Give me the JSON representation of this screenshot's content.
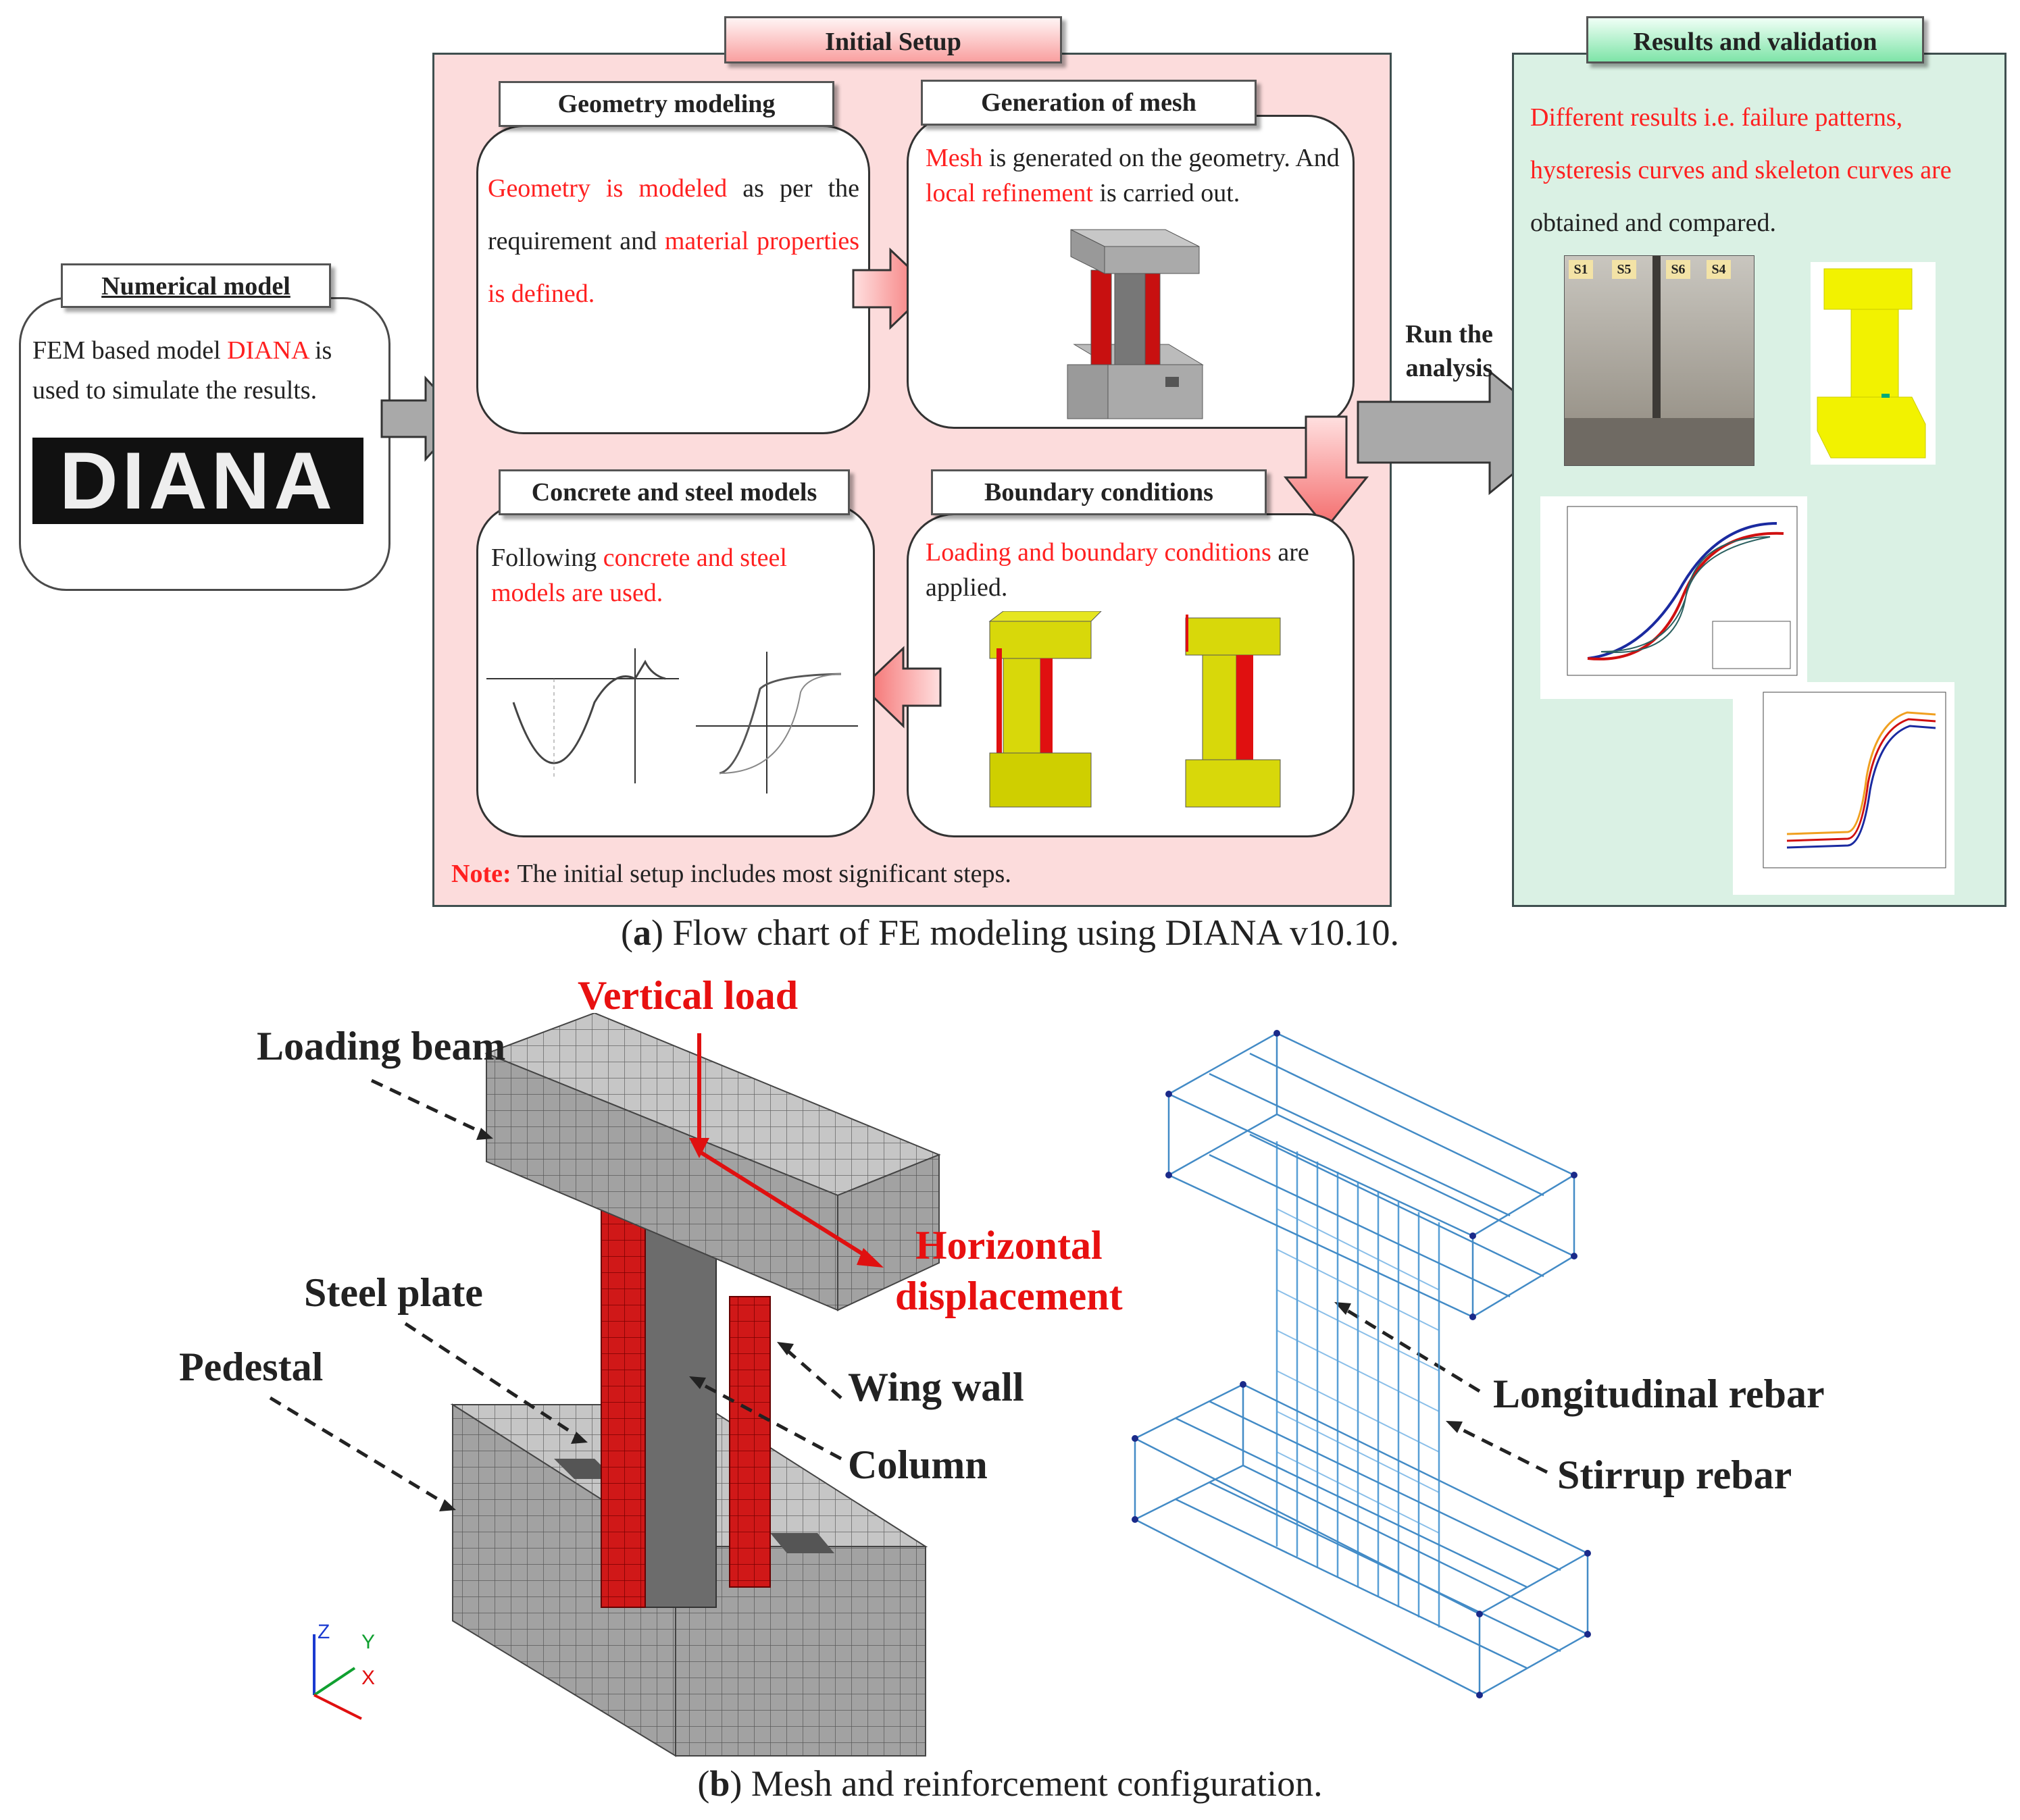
{
  "panel_a": {
    "numerical_model": {
      "title": "Numerical model",
      "text_1": "FEM based model ",
      "text_red": "DIANA",
      "text_2": " is used to simulate the results.",
      "logo": "DIANA"
    },
    "initial_setup": {
      "title": "Initial Setup",
      "geometry": {
        "title": "Geometry modeling",
        "red_1": "Geometry is modeled",
        "text_1": " as per the requirement and ",
        "red_2": "material properties is defined."
      },
      "mesh": {
        "title": "Generation of mesh",
        "red_1": "Mesh",
        "text_1": " is generated on the geometry. And ",
        "red_2": "local refinement",
        "text_2": " is carried out."
      },
      "boundary": {
        "title": "Boundary conditions",
        "red_1": "Loading and boundary conditions",
        "text_1": " are applied."
      },
      "models": {
        "title": "Concrete and steel models",
        "text_1": "Following ",
        "red_1": "concrete and steel models are used."
      },
      "note_label": "Note:",
      "note_text": " The initial setup includes most significant steps."
    },
    "run_label": "Run the analysis",
    "results": {
      "title": "Results and validation",
      "red_1": "Different results i.e. failure patterns, hysteresis curves and skeleton curves are",
      "text_1": " obtained and compared.",
      "specimen_tags": [
        "S1",
        "S5",
        "S6",
        "S4"
      ]
    },
    "caption_bold": "a",
    "caption_text": ") Flow chart of FE modeling using DIANA v10.10."
  },
  "panel_b": {
    "labels": {
      "vertical_load": "Vertical load",
      "loading_beam": "Loading beam",
      "horizontal": "Horizontal",
      "displacement": "displacement",
      "steel_plate": "Steel plate",
      "pedestal": "Pedestal",
      "wing_wall": "Wing wall",
      "column": "Column",
      "longitudinal_rebar": "Longitudinal rebar",
      "stirrup_rebar": "Stirrup rebar"
    },
    "axes": [
      "Z",
      "Y",
      "X"
    ],
    "caption_bold": "b",
    "caption_text": ") Mesh and reinforcement configuration."
  },
  "colors": {
    "setup_bg": "#fcdcdc",
    "results_bg": "#daf1e4",
    "highlight_red": "#ff2020",
    "mesh_gray": "#9a9a9a",
    "rebar_blue": "#2f7fc0"
  }
}
